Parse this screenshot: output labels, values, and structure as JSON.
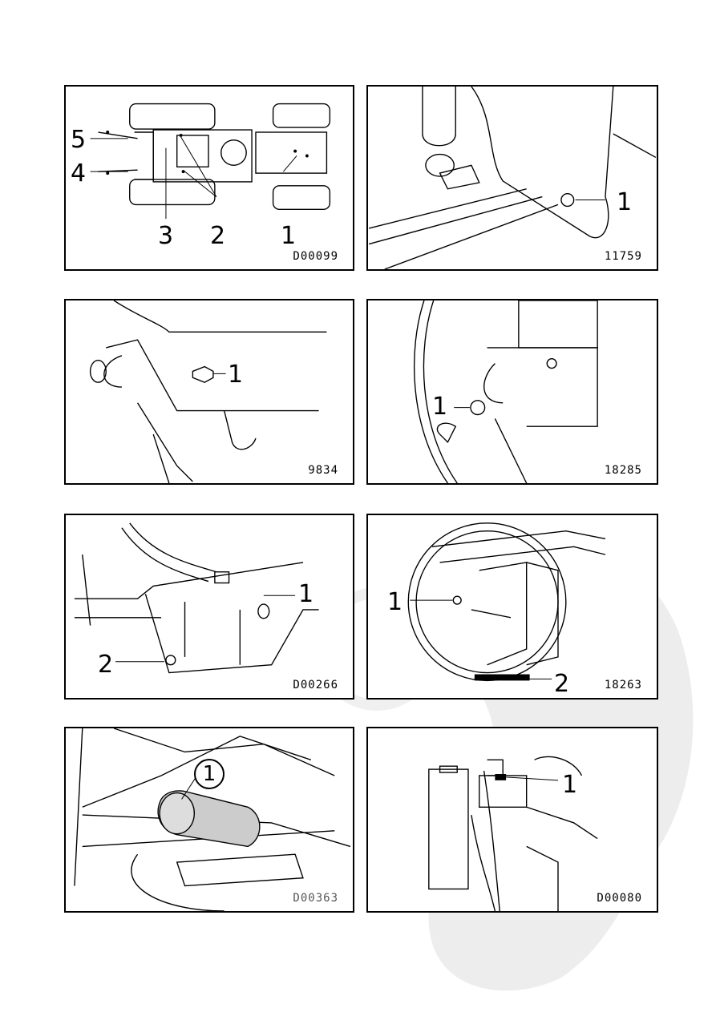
{
  "figures": [
    {
      "code": "D00099",
      "callouts": [
        "5",
        "4",
        "3",
        "2",
        "1"
      ]
    },
    {
      "code": "11759",
      "callouts": [
        "1"
      ]
    },
    {
      "code": "9834",
      "callouts": [
        "1"
      ]
    },
    {
      "code": "18285",
      "callouts": [
        "1"
      ]
    },
    {
      "code": "D00266",
      "callouts": [
        "1",
        "2"
      ]
    },
    {
      "code": "18263",
      "callouts": [
        "1",
        "2"
      ]
    },
    {
      "code": "D00363",
      "callouts": [
        "1"
      ]
    },
    {
      "code": "D00080",
      "callouts": [
        "1"
      ]
    }
  ]
}
